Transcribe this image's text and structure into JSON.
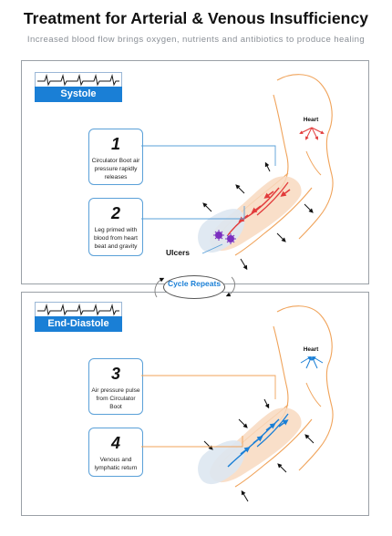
{
  "title": "Treatment for Arterial & Venous Insufficiency",
  "subtitle": "Increased blood flow brings oxygen, nutrients and antibiotics to produce healing",
  "phases": {
    "top": "Systole",
    "bottom": "End-Diastole"
  },
  "steps": [
    {
      "num": "1",
      "text": "Circulator Boot air pressure rapidly releases"
    },
    {
      "num": "2",
      "text": "Leg primed with blood from heart beat and gravity"
    },
    {
      "num": "3",
      "text": "Air pressure pulse from Circulator Boot"
    },
    {
      "num": "4",
      "text": "Venous and lymphatic return"
    }
  ],
  "heart_label": "Heart",
  "ulcers_label": "Ulcers",
  "cycle_label": "Cycle Repeats",
  "colors": {
    "accent_blue": "#1a7fd6",
    "arterial_red": "#e23b3b",
    "ulcer_purple": "#7b2fbf",
    "body_outline": "#f0a35a"
  }
}
